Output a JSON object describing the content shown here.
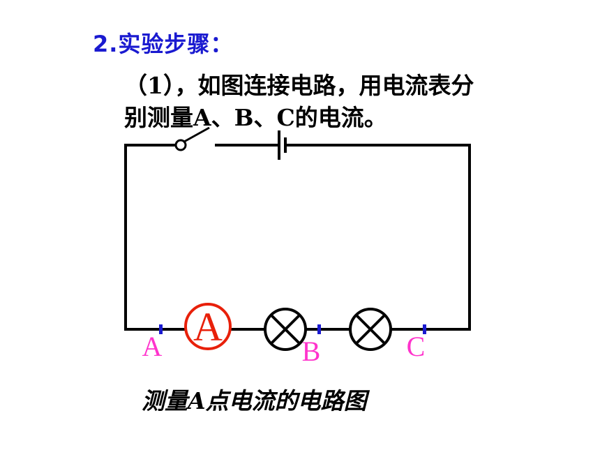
{
  "heading": "2.实验步骤：",
  "step": {
    "line1": "（1），如图连接电路，用电流表分",
    "line2": "别测量A、B、C的电流。"
  },
  "circuit": {
    "ammeter_letter": "A",
    "points": {
      "a": "A",
      "b": "B",
      "c": "C"
    },
    "colors": {
      "wire": "#000000",
      "ammeter": "#e8200a",
      "point_marker": "#1a1ad0",
      "point_label": "#ff33cc"
    }
  },
  "caption": "测量A点电流的电路图"
}
